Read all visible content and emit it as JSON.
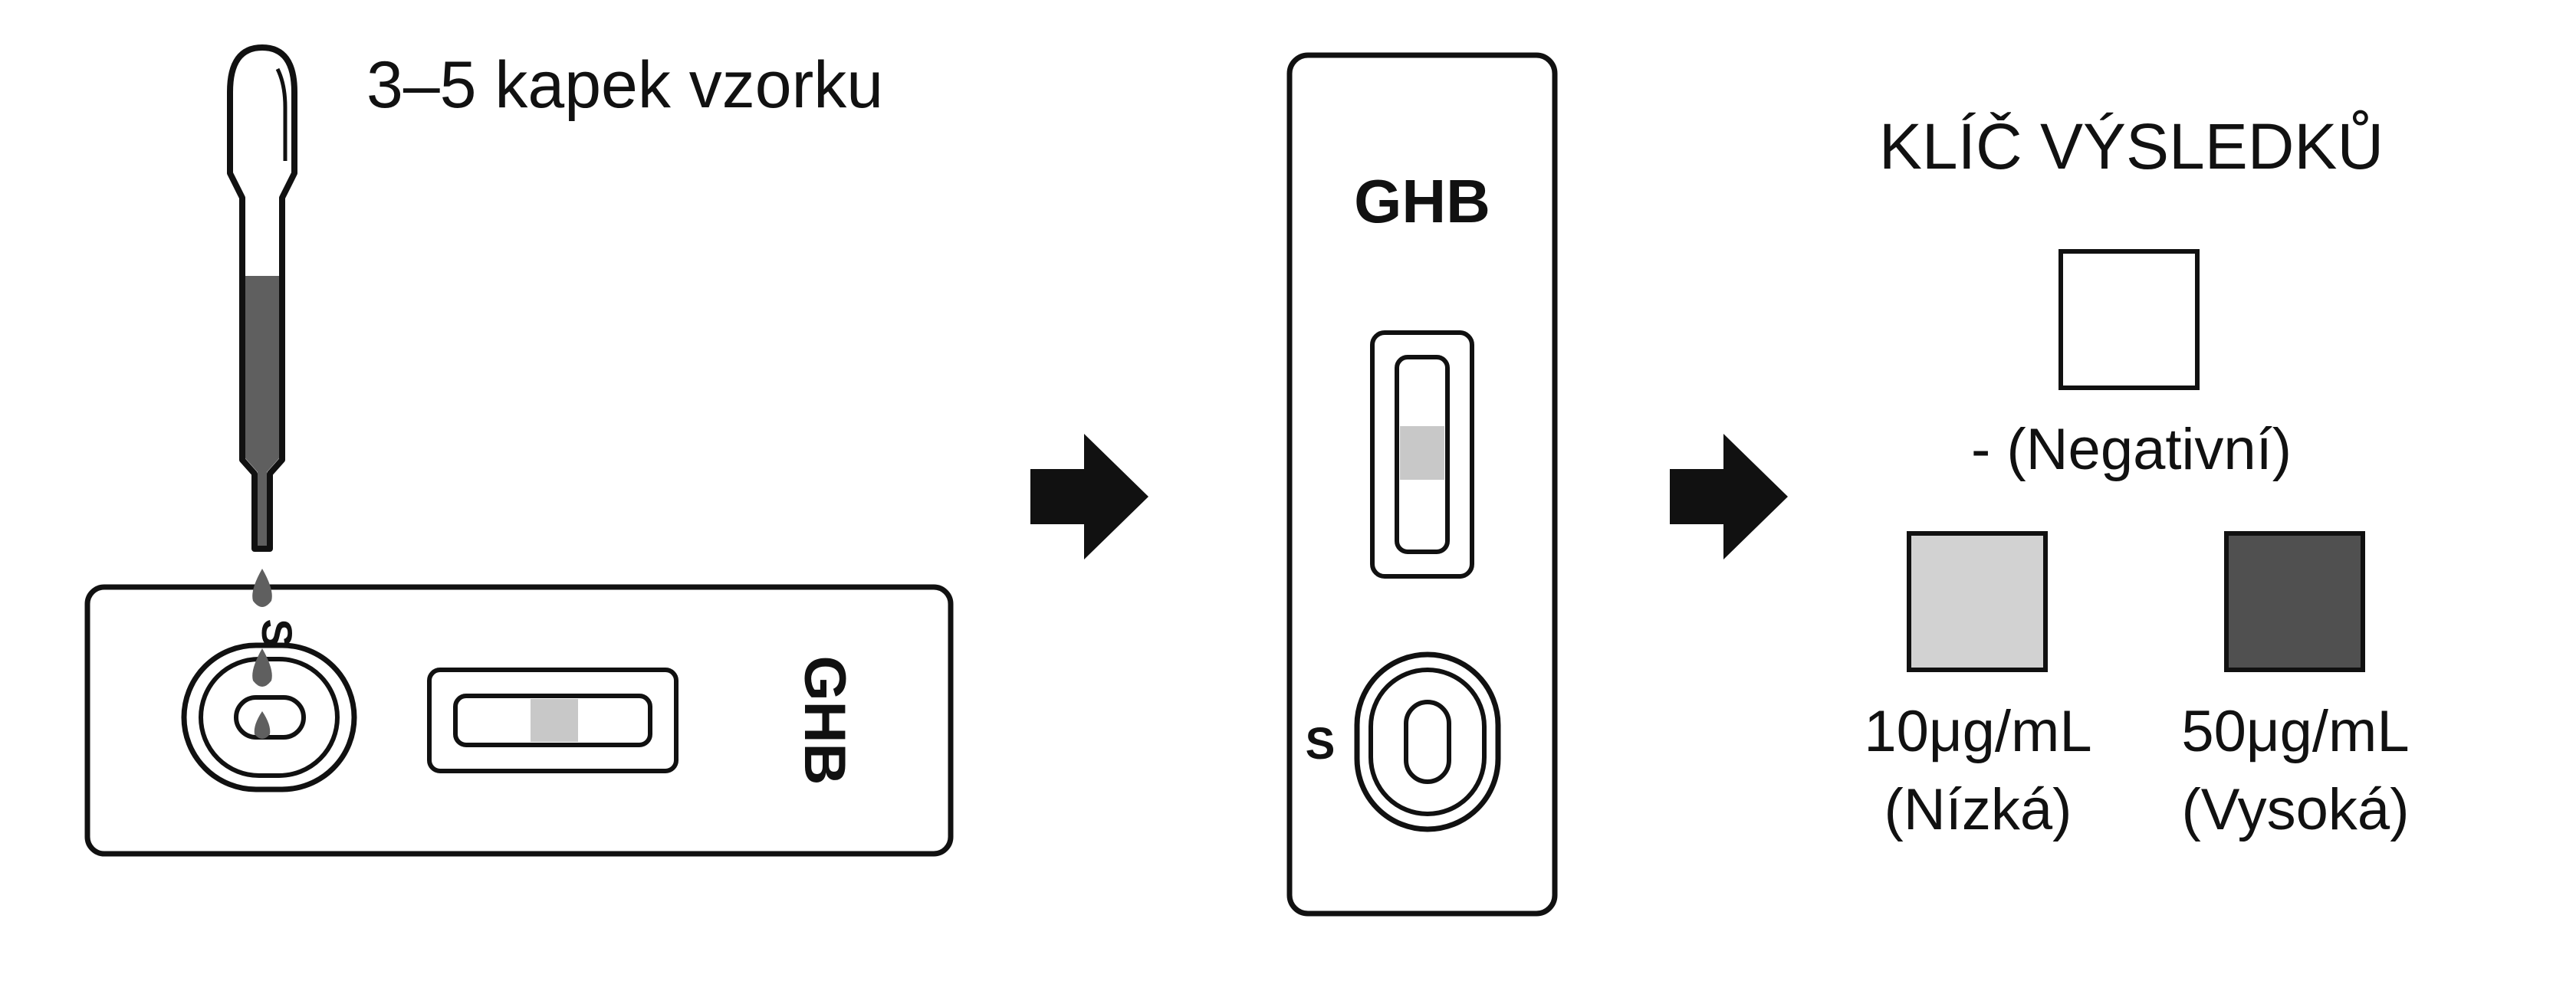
{
  "step1": {
    "instruction": "3–5 kapek vzorku",
    "cassette_label": "GHB",
    "sample_well_label": "S",
    "liquid_color": "#5f5f5f",
    "control_band_color": "#c8c8c8"
  },
  "step2": {
    "cassette_label": "GHB",
    "sample_well_label": "S",
    "result_band_color": "#c8c8c8"
  },
  "result_key": {
    "title": "KLÍČ VÝSLEDKŮ",
    "items": [
      {
        "label": "- (Negativní)",
        "color": "#ffffff"
      },
      {
        "label": "10μg/mL",
        "sublabel": "(Nízká)",
        "color": "#d2d2d2"
      },
      {
        "label": "50μg/mL",
        "sublabel": "(Vysoká)",
        "color": "#505050"
      }
    ]
  },
  "arrows": [
    "arrow-right-icon",
    "arrow-right-icon"
  ]
}
